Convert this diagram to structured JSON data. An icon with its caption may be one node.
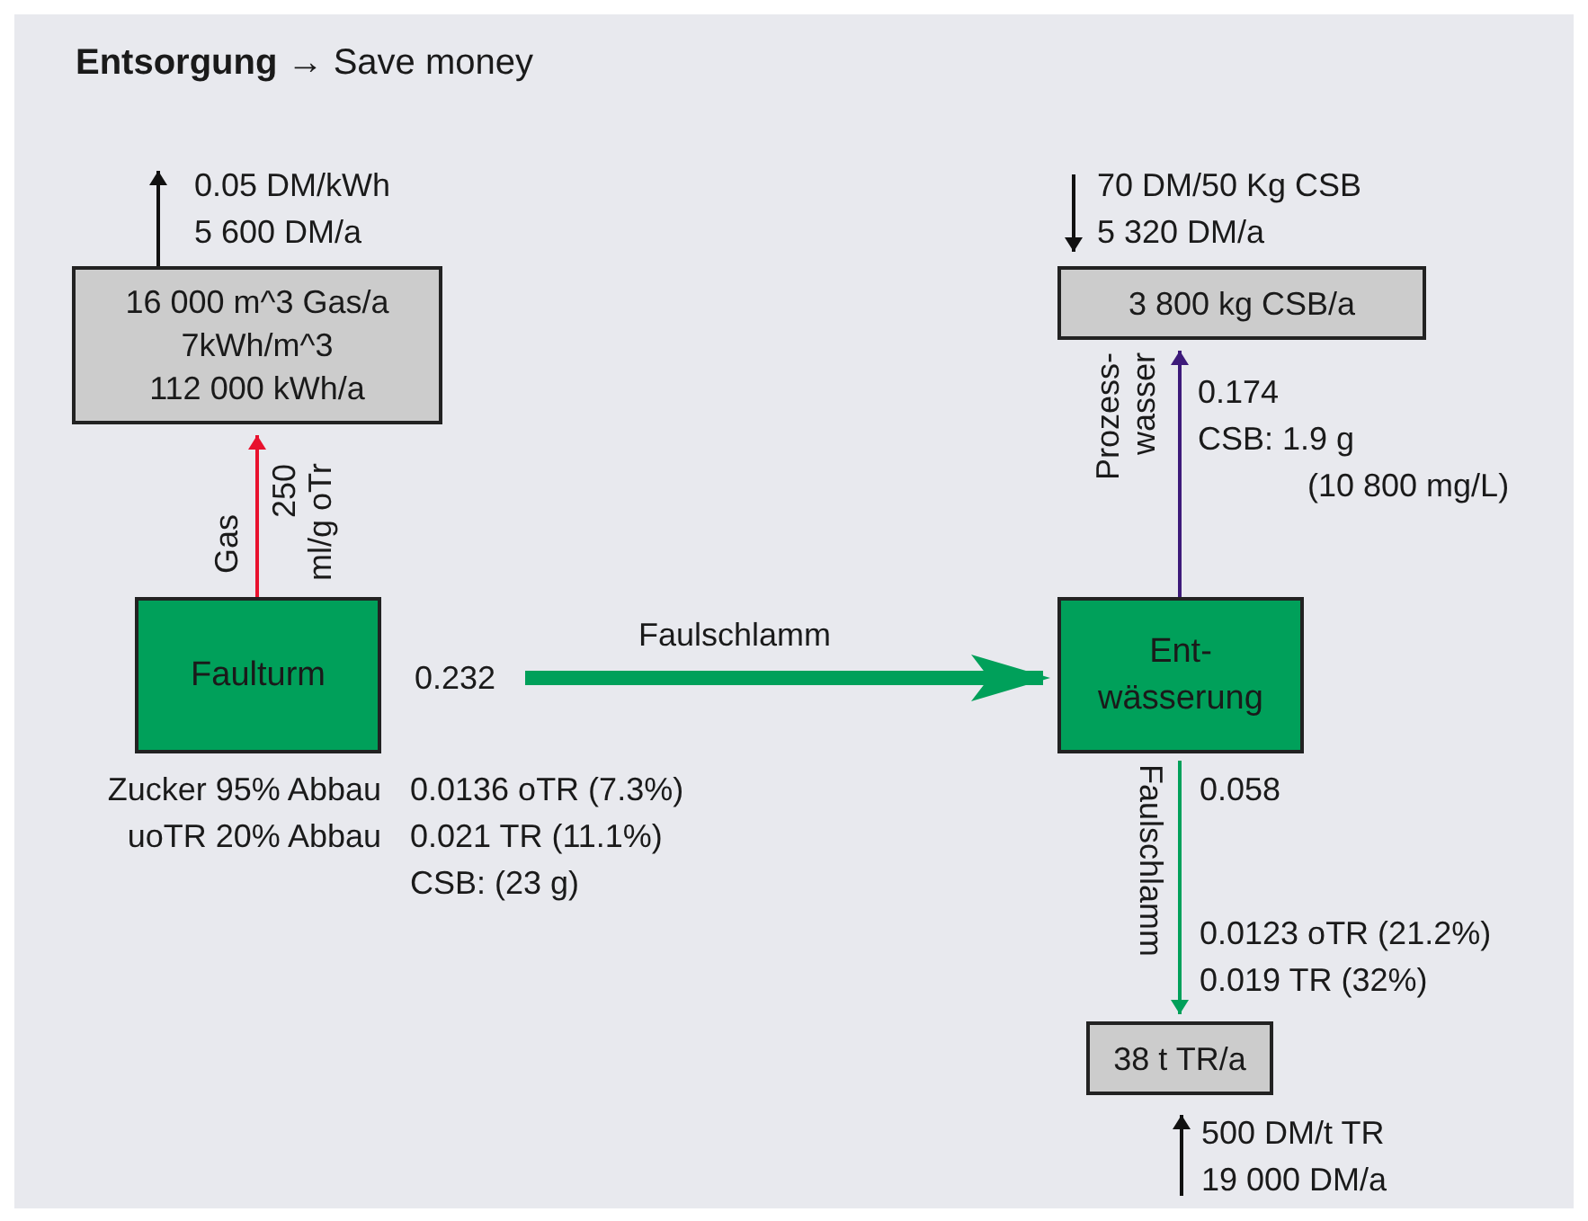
{
  "diagram": {
    "title": "**Entsorgung** → Save money",
    "nodes": [
      {
        "text": [
          "16 000 m^3 Gas/a",
          "7kWh/m^3",
          "112 000 kWh/a"
        ]
      },
      {
        "text": [
          "Faulturm"
        ]
      },
      {
        "text": [
          "Ent- wässerung"
        ]
      },
      {
        "text": [
          "3 800 kg CSB/a"
        ]
      },
      {
        "text": [
          "38 t TR/a"
        ]
      },
      {
        "text": [
          "0.232"
        ]
      }
    ],
    "edges": [
      {
        "from": 1,
        "to": 0,
        "arrow": "to",
        "label": "Gas",
        "color": "#e8112d"
      },
      {
        "from": 5,
        "to": 2,
        "arrow": "to",
        "label": "Faulschlamm",
        "style": "thick",
        "color": "#00a05a"
      },
      {
        "from": 2,
        "to": 3,
        "arrow": "to",
        "label": "Prozess- wasser",
        "color": "#3d1a7a"
      },
      {
        "from": 2,
        "to": 4,
        "arrow": "to",
        "label": "Faulschlamm",
        "color": "#00a05a"
      },
      {
        "from": 0,
        "to": null,
        "arrow": "to"
      },
      {
        "from": null,
        "to": 3,
        "arrow": "to"
      },
      {
        "from": null,
        "to": 4,
        "arrow": "to"
      }
    ],
    "labels": [
      "0.05 DM/kWh",
      "5 600 DM/a",
      "70 DM/50 Kg CSB",
      "5 320 DM/a",
      "250 ml/g oTr",
      "0.174",
      "CSB: 1.9 g",
      "(10 800 mg/L)",
      "Zucker 95% Abbau",
      "0.0136 oTR (7.3%)",
      "uoTR 20% Abbau",
      "0.021 TR (11.1%)",
      "CSB: (23 g)",
      "0.058",
      "0.0123 oTR (21.2%)",
      "0.019 TR (32%)",
      "500 DM/t TR",
      "19 000 DM/a"
    ]
  }
}
